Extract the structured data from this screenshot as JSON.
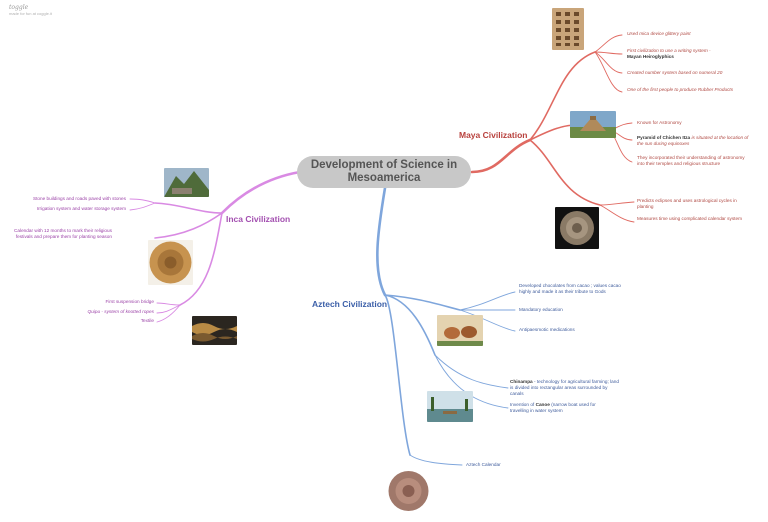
{
  "brand": {
    "name": "toggle",
    "tagline": "made for fun at coggle.it"
  },
  "central_topic": "Development of Science in Mesoamerica",
  "colors": {
    "maya": "#e06a62",
    "inca": "#d98ae3",
    "aztec": "#7fa6dc",
    "center": "#c8c8c8"
  },
  "branches": {
    "maya": {
      "label": "Maya Civilization",
      "nodes": {
        "mica_paint": "Used mica device glittery paint",
        "writing_prefix": "First civilization to use a writing system -",
        "writing_emph": "Mayan Heiroglyphics",
        "number_system": "Created number system based on numeral 20",
        "rubber": "One of the first people to produce Rubber Products",
        "astronomy": "Known for Astronomy",
        "chichen_emph": "Pyramid of Chichen Itza",
        "chichen_rest": "is situated at the location of the sun during equinoxes",
        "temples": "They incorporated their understanding of astronomy into their temples and religious structure",
        "eclipses": "Predicts eclipses and uses astrological cycles in planting",
        "calendar": "Measures time using complicated calendar system"
      },
      "images": [
        "maya-glyph-tablet",
        "chichen-itza-pyramid",
        "maya-calendar-stone"
      ]
    },
    "inca": {
      "label": "Inca Civilization",
      "nodes": {
        "stone_buildings": "Stone buildings and roads paved with stones",
        "irrigation": "Irrigation system and water storage system",
        "calendar": "Calendar with 12 months to mark their religious festivals and prepare them for planting season",
        "suspension": "First suspension bridge",
        "quipu": "Quipu - system of knotted ropes",
        "textile": "Textile"
      },
      "images": [
        "machu-picchu",
        "inca-sun-disk",
        "inca-textile"
      ]
    },
    "aztec": {
      "label": "Aztech Civilization",
      "nodes": {
        "chocolate": "Developed chocolates from cacao ; values cacao highly and made it as their tribute to Gods",
        "education": "Mandatory education",
        "medications": "Antipaesmotic medications",
        "chinampa_emph": "Chinampa",
        "chinampa_rest": "- technology for agricultural farming; land is divided into rectangular areas surrounded by canals",
        "canoe_prefix": "Invention of",
        "canoe_emph": "Canoe",
        "canoe_rest": "(narrow boat used for travelling in water system",
        "calendar": "Aztech Calendar"
      },
      "images": [
        "aztec-codex-painting",
        "chinampa-canal",
        "aztec-calendar-stone"
      ]
    }
  }
}
